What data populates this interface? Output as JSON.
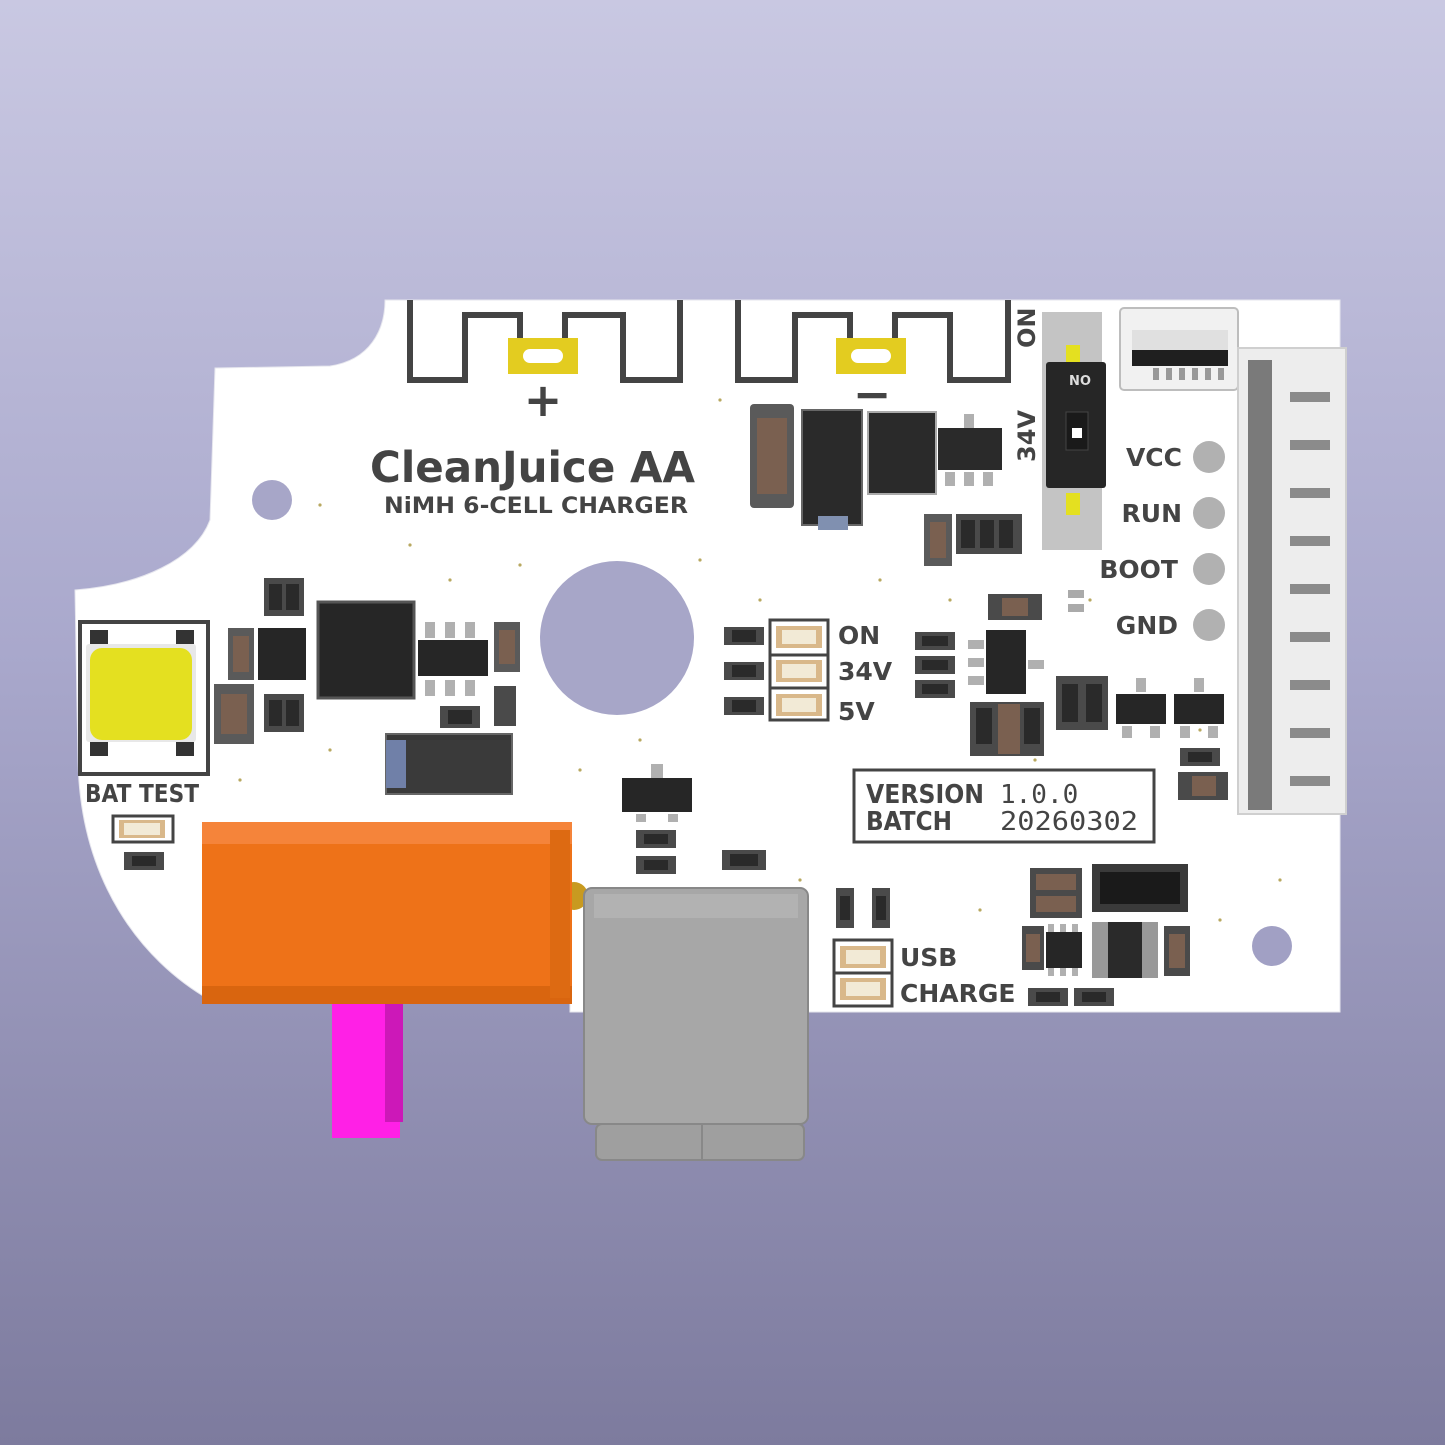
{
  "board": {
    "title": "CleanJuice AA",
    "subtitle": "NiMH 6-CELL CHARGER",
    "plus": "+",
    "minus": "−",
    "bat_test": "BAT TEST",
    "switch_on": "ON",
    "switch_v": "34V",
    "switch_body_on": "ON",
    "pins": [
      "VCC",
      "RUN",
      "BOOT",
      "GND"
    ],
    "leds_top": [
      "ON",
      "34V",
      "5V"
    ],
    "leds_bottom": [
      "USB",
      "CHARGE"
    ],
    "version_label": "VERSION",
    "version_value": "1.0.0",
    "batch_label": "BATCH",
    "batch_value": "20260302"
  },
  "colors": {
    "board": "#ffffff",
    "silkscreen": "#444444",
    "gold_pad": "#e3cc20",
    "button_cap": "#e4e020",
    "switch_body": "#ef7318",
    "switch_actuator": "#ff20e6",
    "usb_connector": "#a9a9a9"
  }
}
